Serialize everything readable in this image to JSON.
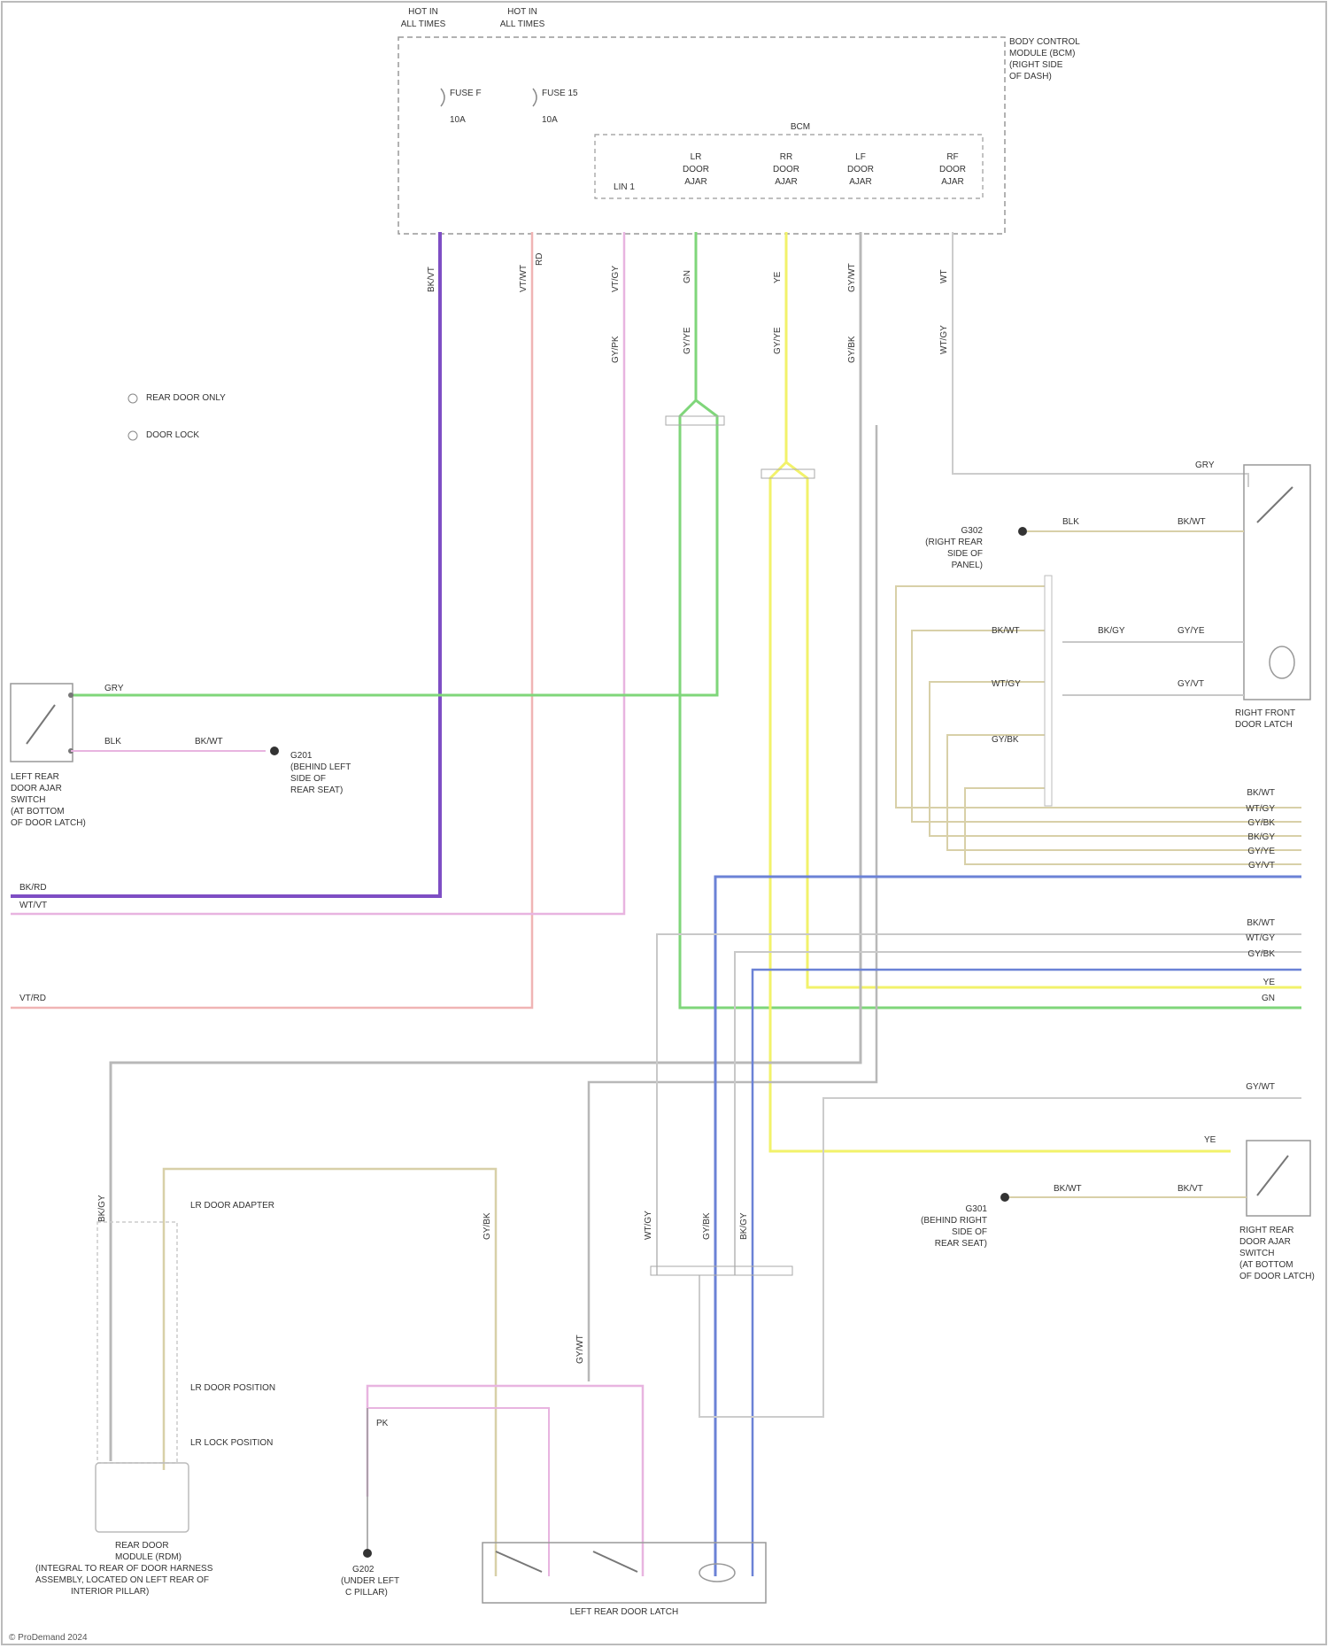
{
  "colors": {
    "purple": "#7e4ec4",
    "pink": "#e8b4e0",
    "salmon": "#f0b4b4",
    "green": "#7fd67a",
    "yellow": "#f2f26a",
    "blue": "#6b82d6",
    "gray": "#b8b8b8",
    "tan": "#d8d0a8",
    "frame": "#999999",
    "text": "#333333"
  },
  "labels": {
    "top_fuse_a": [
      "HOT IN",
      "ALL TIMES"
    ],
    "top_fuse_b": [
      "HOT IN",
      "ALL TIMES"
    ],
    "fuse_a": "FUSE F",
    "fuse_a_amp": "10A",
    "fuse_b": "FUSE 15",
    "fuse_b_amp": "10A",
    "bcm_box_title": [
      "BODY CONTROL",
      "MODULE (BCM)",
      "(RIGHT SIDE",
      "OF DASH)"
    ],
    "bcm_inner_title": "BCM",
    "bcm_pins": [
      [
        "LIN 1"
      ],
      [
        "LR",
        "DOOR",
        "AJAR"
      ],
      [
        "RR",
        "DOOR",
        "AJAR"
      ],
      [
        "LF",
        "DOOR",
        "AJAR"
      ],
      [
        "RF",
        "DOOR",
        "AJAR"
      ]
    ],
    "legend_1": "REAR DOOR ONLY",
    "legend_2": "DOOR LOCK",
    "left_rear_switch": [
      "LEFT REAR",
      "DOOR AJAR",
      "SWITCH",
      "(AT BOTTOM",
      "OF DOOR LATCH)"
    ],
    "left_ground": [
      "G201",
      "(BEHIND LEFT",
      "SIDE OF",
      "REAR SEAT)"
    ],
    "right_ground": [
      "G302",
      "(RIGHT REAR",
      "SIDE OF",
      "PANEL)"
    ],
    "right_front_latch": [
      "RIGHT FRONT",
      "DOOR LATCH"
    ],
    "right_rear_switch": [
      "RIGHT REAR",
      "DOOR AJAR",
      "SWITCH",
      "(AT BOTTOM",
      "OF DOOR LATCH)"
    ],
    "right_rear_ground": [
      "G301",
      "(BEHIND RIGHT",
      "SIDE OF",
      "REAR SEAT)"
    ],
    "wire_gry": "GRY",
    "wire_blk": "BLK",
    "wire_bk_wt": "BK/WT",
    "wire_bk_vt": "BK/VT",
    "wire_pk": "PK",
    "wire_vt_gy": "VT/GY",
    "wire_gy_pk": "GY/PK",
    "wire_gy_wt": "GY/WT",
    "wire_gy_bk": "GY/BK",
    "wire_gy_ye": "GY/YE",
    "wire_ye": "YE",
    "wire_gn": "GN",
    "wire_wt_gy": "WT/GY",
    "wire_bk_gy": "BK/GY",
    "wire_vt_wt": "VT/WT",
    "wire_rd": "RD",
    "wire_wt": "WT",
    "left_bottom_wires": [
      "BK/RD",
      "WT/VT"
    ],
    "left_bottom_wire2": "VT/RD",
    "door_position_1": "LR DOOR ADAPTER",
    "door_position_2": "LR DOOR POSITION",
    "door_position_3": "LR LOCK POSITION",
    "rear_module": [
      "REAR DOOR",
      "MODULE (RDM)",
      "(INTEGRAL TO REAR OF DOOR HARNESS",
      "ASSEMBLY, LOCATED ON LEFT REAR OF",
      "INTERIOR PILLAR)"
    ],
    "door_ground": [
      "G202",
      "(UNDER LEFT",
      "C PILLAR)"
    ],
    "latch_assembly": "LEFT REAR DOOR LATCH",
    "right_conn_wires": [
      "BK/WT",
      "WT/GY",
      "GY/BK",
      "BK/GY",
      "GY/YE",
      "GY/VT"
    ],
    "right_conn_wires2": [
      "BK/WT",
      "WT/GY",
      "GY/BK",
      "YE",
      "GN"
    ],
    "right_conn_bottom": "GY/WT",
    "footer": "© ProDemand 2024"
  }
}
